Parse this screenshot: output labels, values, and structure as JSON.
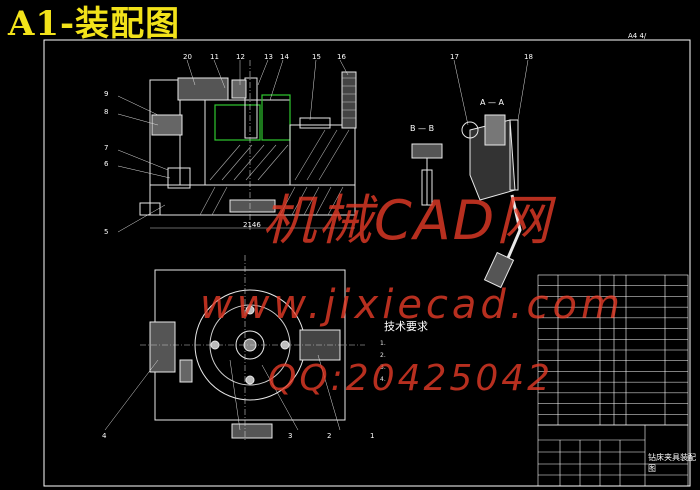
{
  "title": "A1-装配图",
  "corner_note": "A4 4/",
  "watermarks": [
    "机械CAD网",
    "www.jixiecad.com",
    "QQ:20425042"
  ],
  "tech_title": "技术要求",
  "tech_notes": [
    "1.",
    "2.",
    "3.",
    "4."
  ],
  "section_labels": {
    "a_a": "A — A",
    "b_b": "B — B"
  },
  "dimension_label": "2146",
  "bottom_title": "钻床夹具装配图",
  "callouts_front": [
    "20",
    "11",
    "12",
    "13",
    "14",
    "15",
    "16"
  ],
  "callouts_left": [
    "9",
    "8",
    "7",
    "6",
    "5"
  ],
  "callouts_right": [
    "17",
    "18"
  ],
  "callouts_plan": [
    "4",
    "3",
    "2",
    "1"
  ],
  "bom_rows": 14,
  "colors": {
    "frame": "#ffffff",
    "geometry": "#e0e0e0",
    "hatch": "#bbbbbb",
    "green": "#2fc82f",
    "yellow": "#f2e21a",
    "watermark": "#eb3c28"
  }
}
